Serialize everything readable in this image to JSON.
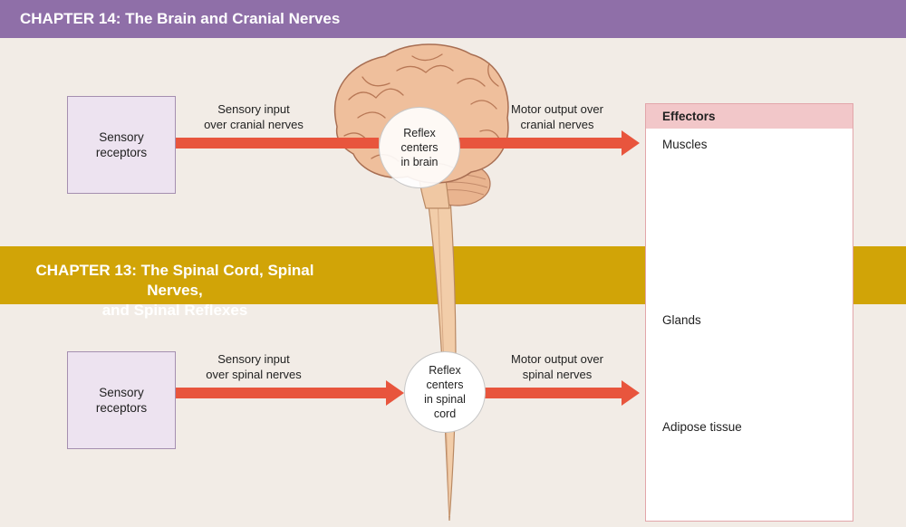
{
  "chapter14": {
    "title": "CHAPTER 14: The Brain and Cranial Nerves"
  },
  "chapter13": {
    "title_line1": "CHAPTER 13: The Spinal Cord, Spinal Nerves,",
    "title_line2": "and Spinal Reflexes"
  },
  "top_row": {
    "receptor_line1": "Sensory",
    "receptor_line2": "receptors",
    "sensory_input_line1": "Sensory input",
    "sensory_input_line2": "over cranial nerves",
    "reflex_line1": "Reflex",
    "reflex_line2": "centers",
    "reflex_line3": "in brain",
    "motor_output_line1": "Motor output over",
    "motor_output_line2": "cranial nerves"
  },
  "bottom_row": {
    "receptor_line1": "Sensory",
    "receptor_line2": "receptors",
    "sensory_input_line1": "Sensory input",
    "sensory_input_line2": "over spinal nerves",
    "reflex_line1": "Reflex",
    "reflex_line2": "centers",
    "reflex_line3": "in spinal",
    "reflex_line4": "cord",
    "motor_output_line1": "Motor output over",
    "motor_output_line2": "spinal nerves"
  },
  "effectors": {
    "title": "Effectors",
    "muscles": "Muscles",
    "glands": "Glands",
    "adipose": "Adipose tissue"
  },
  "colors": {
    "arrow": "#e8553d",
    "chapter14_bar": "#8f6fa8",
    "chapter13_bar": "#d1a407",
    "band_background": "#f2ece6",
    "receptor_box": "#ede3f0",
    "effectors_header": "#f2c7c9",
    "brain": "#efbf9c",
    "muscle": "#d98a8c",
    "gland": "#b9a8cf",
    "adipose": "#e7c52a"
  }
}
